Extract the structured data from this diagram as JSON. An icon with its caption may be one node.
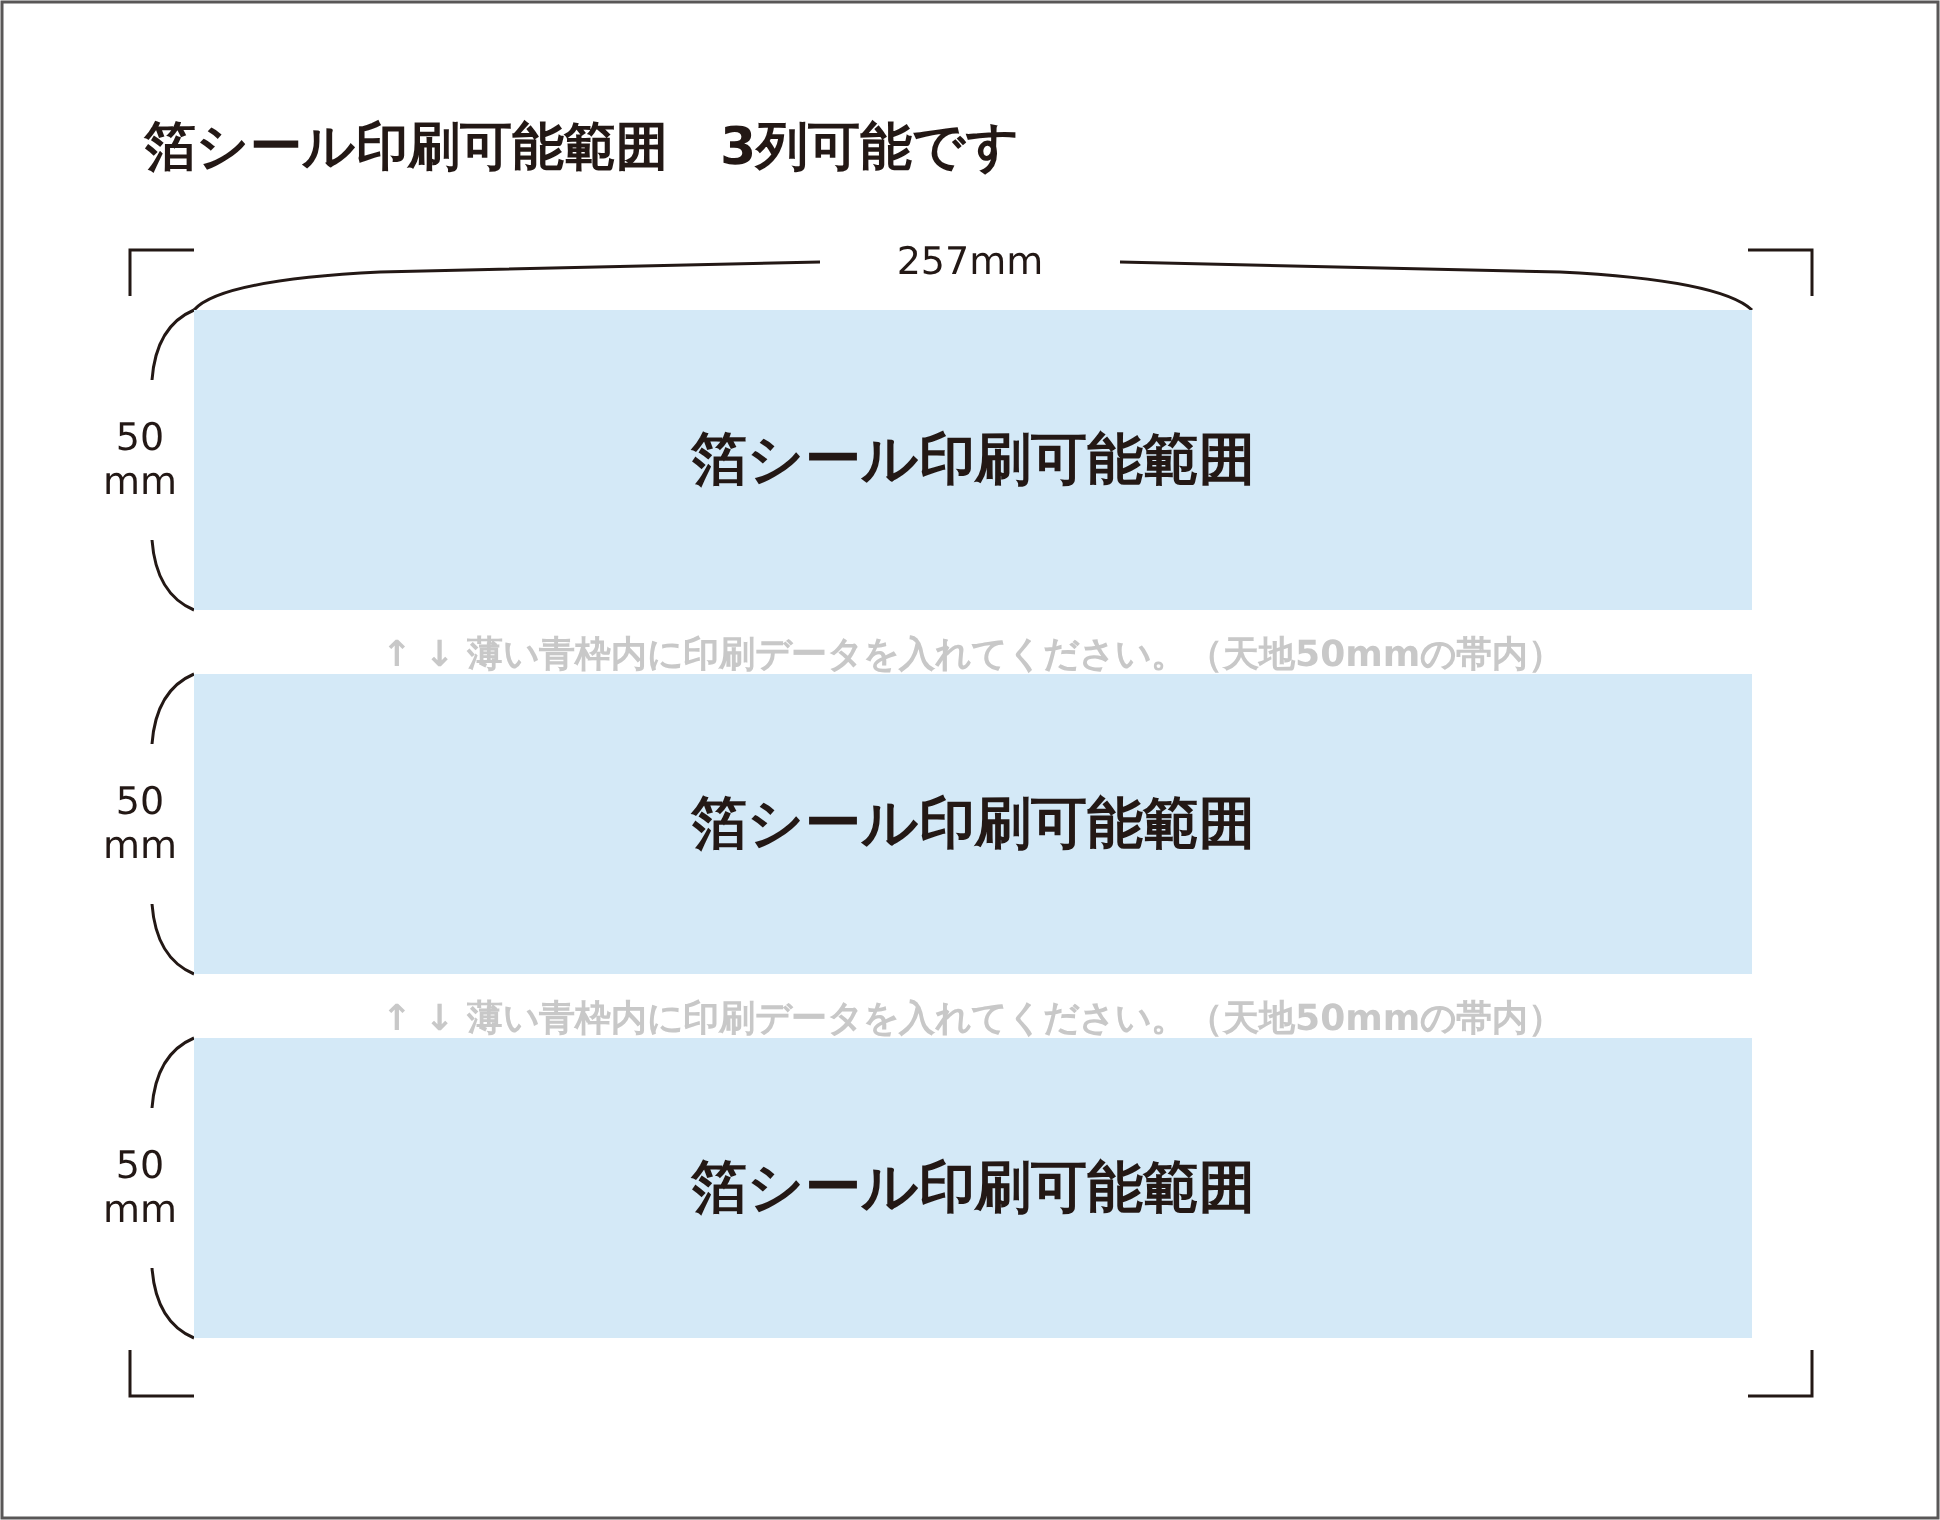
{
  "diagram": {
    "title": "箔シール印刷可能範囲　3列可能です",
    "nodes": [
      {
        "text": [
          "箔シール印刷可能範囲"
        ]
      },
      {
        "text": [
          "箔シール印刷可能範囲"
        ]
      },
      {
        "text": [
          "箔シール印刷可能範囲"
        ]
      }
    ],
    "edges": [],
    "labels": [
      "257mm",
      "50 mm",
      "↑ ↓ 薄い青枠内に印刷データを入れてください。（天地50mmの帯内）",
      "50 mm",
      "↑ ↓ 薄い青枠内に印刷データを入れてください。（天地50mmの帯内）",
      "50 mm"
    ]
  }
}
